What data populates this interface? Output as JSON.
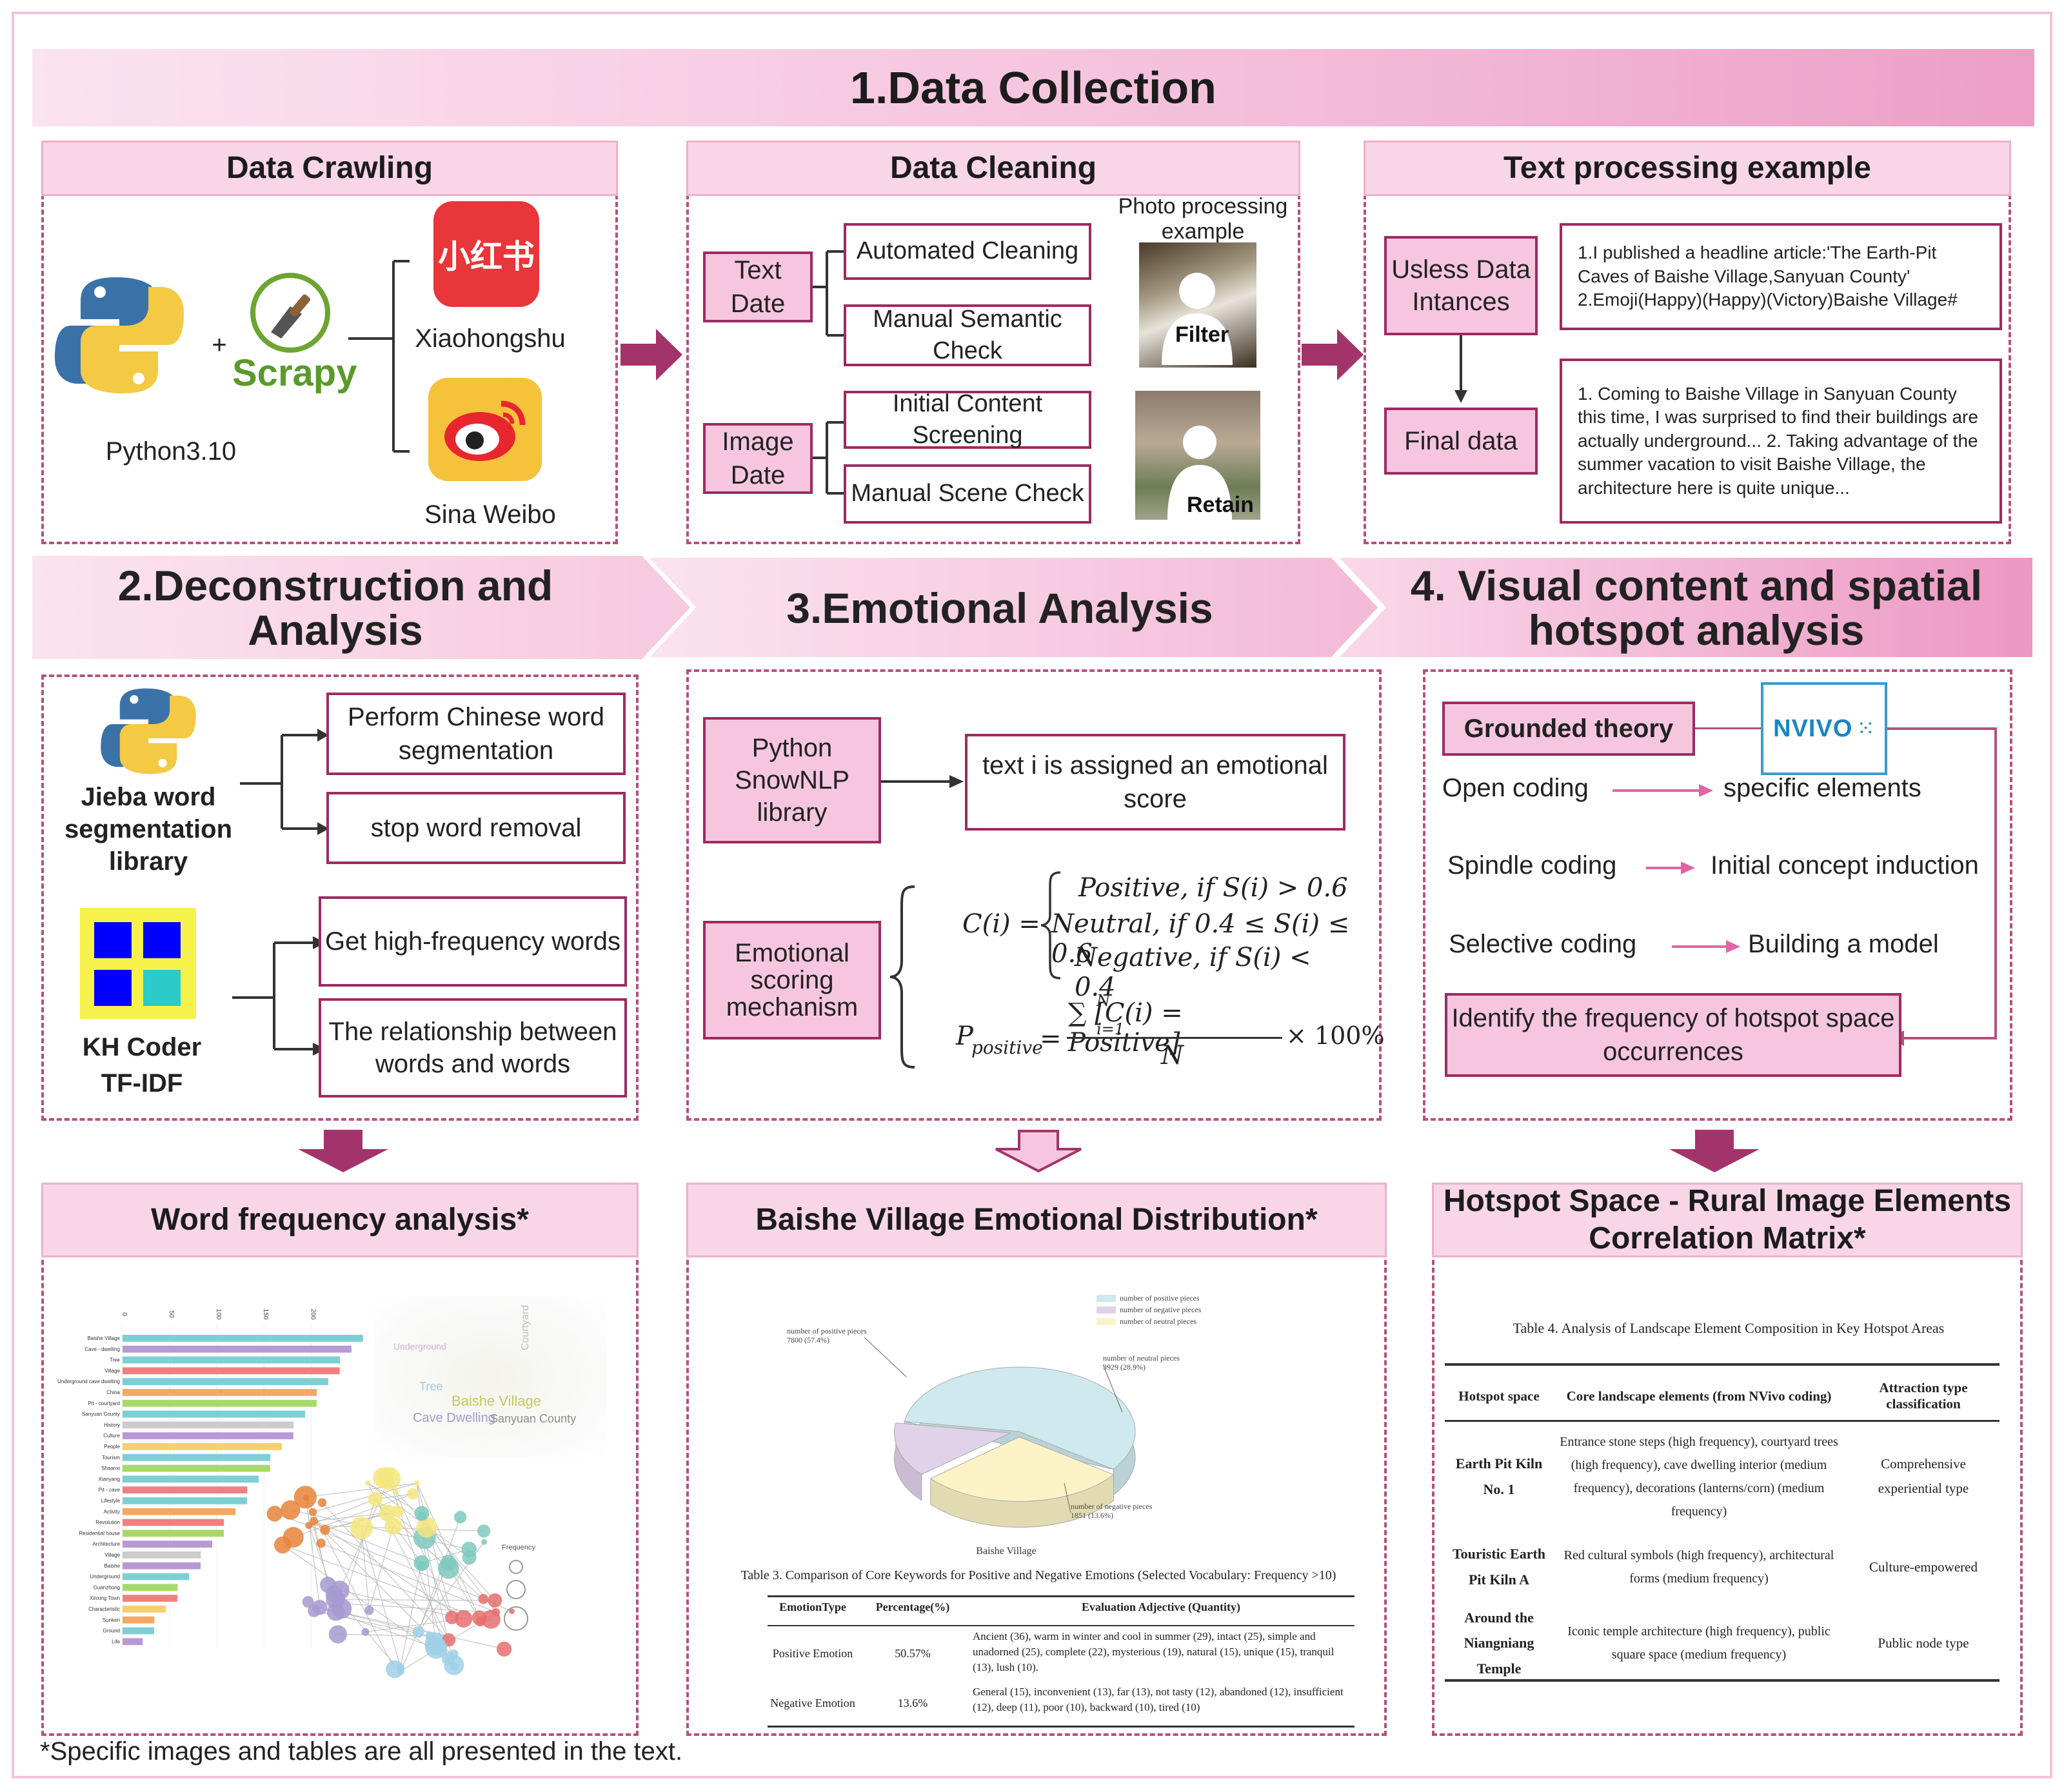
{
  "sections": {
    "s1": "1.Data Collection",
    "s2": "2.Deconstruction and Analysis",
    "s3": "3.Emotional Analysis",
    "s4": "4. Visual content and spatial hotspot analysis"
  },
  "crawling": {
    "title": "Data Crawling",
    "python_label": "Python3.10",
    "plus": "+",
    "scrapy_label": "Scrapy",
    "xhs_logo_text": "小红书",
    "xhs_label": "Xiaohongshu",
    "weibo_label": "Sina Weibo"
  },
  "cleaning": {
    "title": "Data Cleaning",
    "text_date": "Text Date",
    "image_date": "Image Date",
    "auto_clean": "Automated Cleaning",
    "manual_semantic": "Manual Semantic Check",
    "initial_content": "Initial Content Screening",
    "manual_scene": "Manual Scene Check",
    "photo_example": "Photo processing example",
    "filter": "Filter",
    "retain": "Retain"
  },
  "textproc": {
    "title": "Text processing example",
    "useless": "Usless Data Intances",
    "final": "Final data",
    "example1": "1.I published a headline article:'The Earth-Pit Caves of Baishe Village,Sanyuan County' 2.Emoji(Happy)(Happy)(Victory)Baishe Village#",
    "example2": "1. Coming to Baishe Village in Sanyuan County this time, I was surprised to find their buildings are actually underground... 2. Taking advantage of the summer vacation to visit Baishe Village, the architecture here is quite unique..."
  },
  "deconstruction": {
    "jieba": "Jieba word segmentation library",
    "seg": "Perform Chinese word segmentation",
    "stop": "stop word removal",
    "kh1": "KH Coder",
    "kh2": "TF-IDF",
    "hf": "Get high-frequency words",
    "rel": "The relationship between words and words"
  },
  "emotional": {
    "snownlp": "Python SnowNLP library",
    "assigned": "text i is assigned an emotional score",
    "mechanism": "Emotional scoring mechanism",
    "f_ci": "C(i) =",
    "f_pos": "Positive, if S(i) > 0.6",
    "f_neu": "Neutral, if 0.4 ≤ S(i) ≤ 0.6",
    "f_neg": "Negative, if S(i) < 0.4",
    "f_p": "P",
    "f_psub": "positive",
    "f_eq": "=",
    "f_num": "∑ [C(i) = Positive]",
    "f_sum_top": "N",
    "f_sum_bot": "i=1",
    "f_den": "N",
    "f_times": "× 100%"
  },
  "visual": {
    "grounded": "Grounded theory",
    "nvivo": "NVIVO",
    "open": "Open coding",
    "specific": "specific elements",
    "spindle": "Spindle coding",
    "initial": "Initial concept induction",
    "selective": "Selective coding",
    "model": "Building a model",
    "identify": "Identify the frequency of hotspot space occurrences"
  },
  "results": {
    "word_title": "Word frequency analysis*",
    "emo_title": "Baishe Village Emotional Distribution*",
    "hot_title": "Hotspot Space - Rural Image Elements Correlation Matrix*"
  },
  "word_chart": {
    "ticks": [
      "0",
      "50",
      "100",
      "150",
      "200"
    ],
    "categories": [
      "Baishe Village",
      "Cave - dwelling",
      "Tree",
      "Village",
      "Underground cave dwelling",
      "China",
      "Pit - courtyard",
      "Sanyuan County",
      "History",
      "Culture",
      "People",
      "Tourism",
      "Shaanxi",
      "Xianyang",
      "Pit - cave",
      "Lifestyle",
      "Activity",
      "Revolution",
      "Residential house",
      "Architecture",
      "Village",
      "Baishe",
      "Underground",
      "Guanzhong",
      "Xinxing Town",
      "Characteristic",
      "Sunken",
      "Ground",
      "Life"
    ],
    "cloud_words": [
      "Baishe Village",
      "Cave Dwelling",
      "Sanyuan County",
      "Tree",
      "Courtyard",
      "Underground"
    ],
    "legend_title": "Frequency"
  },
  "chart_data": {
    "type": "pie",
    "title": "Baishe Village",
    "legend": [
      "number of positive pieces",
      "number of negative pieces",
      "number of neutral pieces"
    ],
    "slices": [
      {
        "name": "number of positive pieces",
        "value": 7800,
        "label": "number of positive pieces 7800 (57.4%)",
        "color": "#cfe9ee"
      },
      {
        "name": "number of neutral pieces",
        "value": 3929,
        "label": "number of neutral pieces 3929 (28.9%)",
        "color": "#fbf3c6"
      },
      {
        "name": "number of negative pieces",
        "value": 1851,
        "label": "number of negative pieces 1851 (13.6%)",
        "color": "#e0d2e8"
      }
    ]
  },
  "table3": {
    "caption": "Table 3. Comparison of Core Keywords for Positive and Negative Emotions (Selected Vocabulary: Frequency >10)",
    "headers": [
      "EmotionType",
      "Percentage(%)",
      "Evaluation Adjective (Quantity)"
    ],
    "rows": [
      [
        "Positive Emotion",
        "50.57%",
        "Ancient (36), warm in winter and cool in summer (29), intact (25), simple and unadorned (25), complete (22), mysterious (19), natural (15), unique (15), tranquil (13), lush (10)."
      ],
      [
        "Negative Emotion",
        "13.6%",
        "General (15), inconvenient (13), far (13), not tasty (12), abandoned (12), insufficient (12), deep (11), poor (10), backward (10), tired (10)"
      ]
    ]
  },
  "table4": {
    "caption": "Table 4. Analysis of Landscape Element Composition in Key Hotspot Areas",
    "headers": [
      "Hotspot space",
      "Core landscape elements (from NVivo coding)",
      "Attraction type classification"
    ],
    "rows": [
      [
        "Earth Pit Kiln No. 1",
        "Entrance stone steps (high frequency), courtyard trees (high frequency), cave dwelling interior (medium frequency), decorations (lanterns/corn) (medium frequency)",
        "Comprehensive experiential type"
      ],
      [
        "Touristic Earth Pit Kiln A",
        "Red cultural symbols (high frequency), architectural forms (medium frequency)",
        "Culture-empowered"
      ],
      [
        "Around the Niangniang Temple",
        "Iconic temple architecture (high frequency), public square space (medium frequency)",
        "Public node type"
      ]
    ]
  },
  "footnote": "*Specific images and tables are all presented in the text.",
  "colors": {
    "accent": "#9c2b61",
    "pink": "#f6c6df",
    "arrow": "#a3346b"
  }
}
